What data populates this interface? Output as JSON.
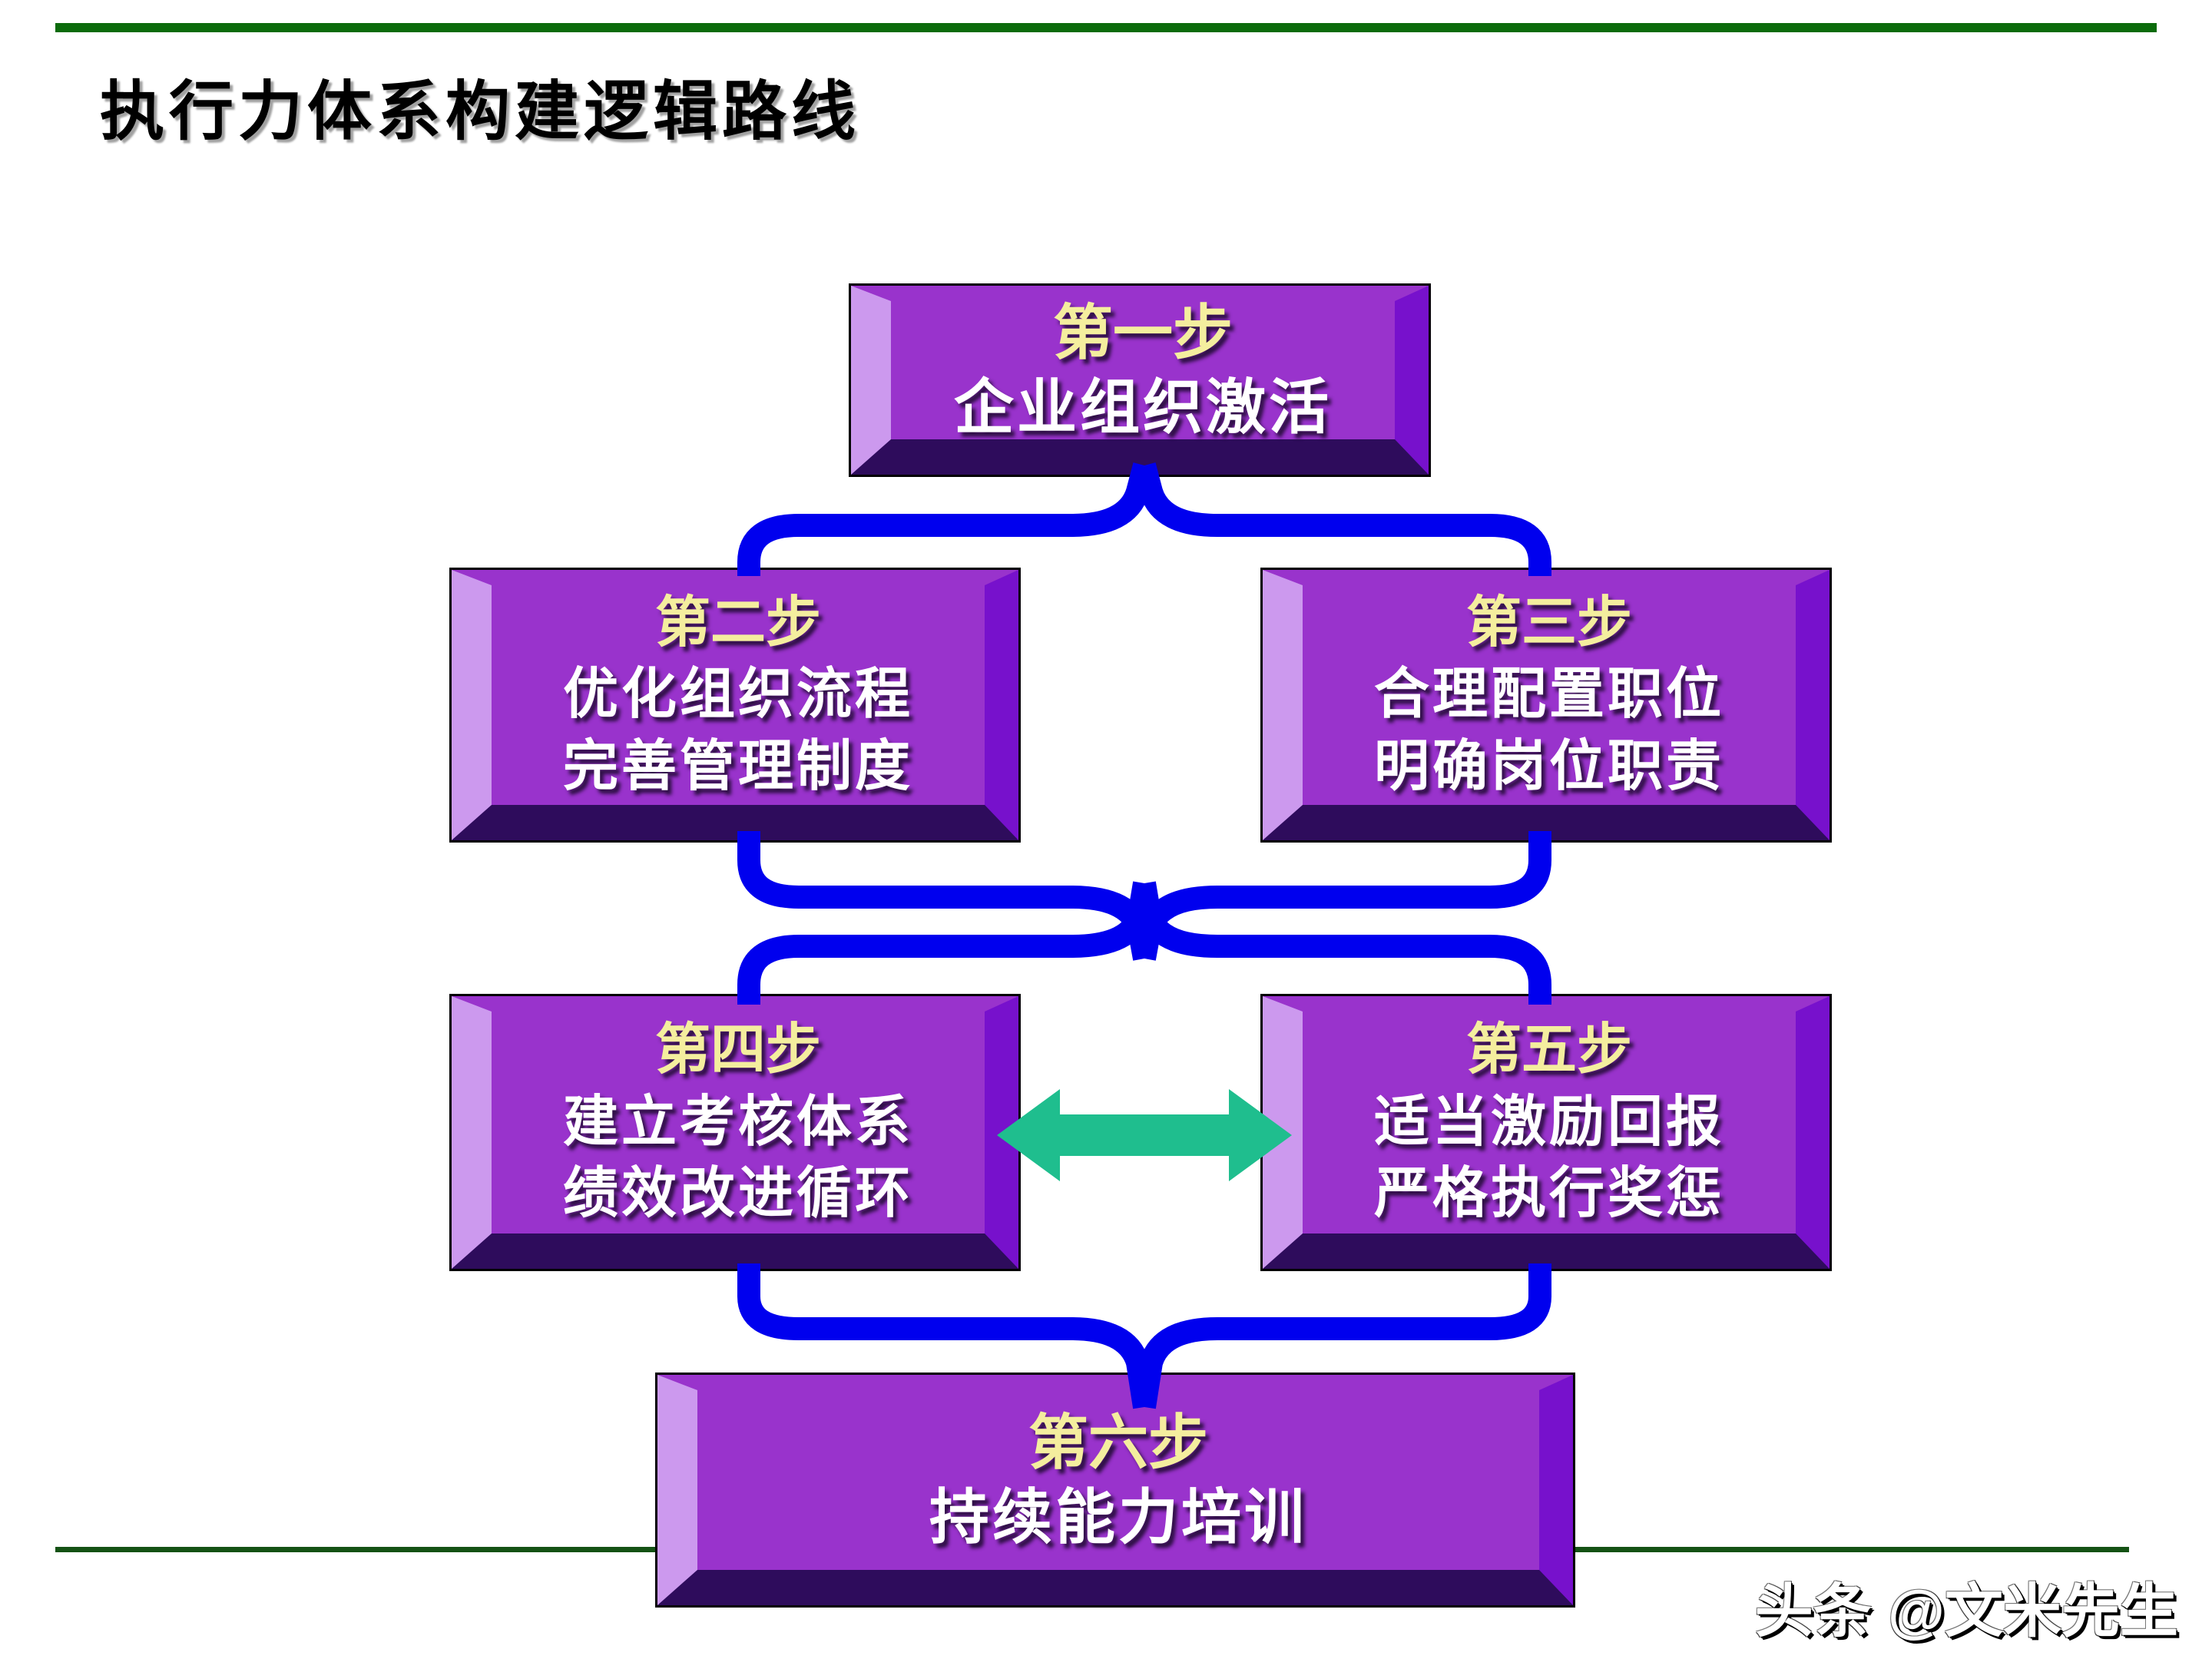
{
  "title": "执行力体系构建逻辑路线",
  "steps": [
    {
      "label": "第一步",
      "lines": [
        "企业组织激活"
      ]
    },
    {
      "label": "第二步",
      "lines": [
        "优化组织流程",
        "完善管理制度"
      ]
    },
    {
      "label": "第三步",
      "lines": [
        "合理配置职位",
        "明确岗位职责"
      ]
    },
    {
      "label": "第四步",
      "lines": [
        "建立考核体系",
        "绩效改进循环"
      ]
    },
    {
      "label": "第五步",
      "lines": [
        "适当激励回报",
        "严格执行奖惩"
      ]
    },
    {
      "label": "第六步",
      "lines": [
        "持续能力培训"
      ]
    }
  ],
  "watermark": {
    "text": "头条 @文米先生"
  },
  "colors": {
    "accent_bar_green": "#0B6B0B",
    "bottom_line_green": "#145214",
    "box_face_purple": "#9933CC",
    "box_left_bevel": "#CC99EE",
    "box_right_bevel": "#7711CC",
    "box_bottom_bevel": "#2E0C5C",
    "step_label_yellow": "#F4EE9E",
    "body_text_white": "#FFFFFF",
    "connector_blue": "#0000EE",
    "arrow_green": "#1FBE8E",
    "title_black": "#000000"
  }
}
